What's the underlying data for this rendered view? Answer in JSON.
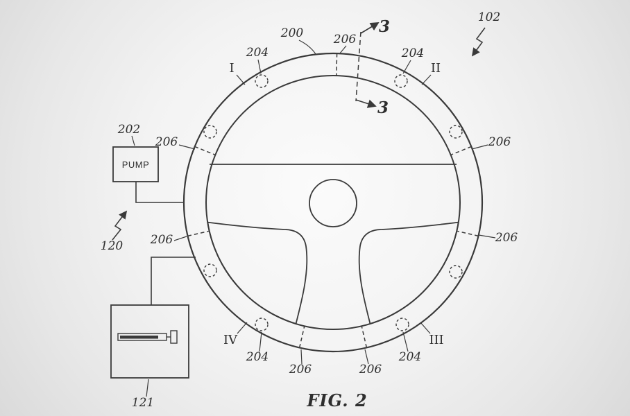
{
  "figure": {
    "caption": "FIG. 2",
    "pump_label": "PUMP",
    "ink_color": "#3a3a3a",
    "background_color": "#f0f0f0",
    "refs": {
      "r102": "102",
      "r200": "200",
      "r202": "202",
      "r120": "120",
      "r121": "121",
      "section_top": "3",
      "section_bottom": "3",
      "q1": "I",
      "q2": "II",
      "q3": "III",
      "q4": "IV",
      "r204_tl": "204",
      "r204_tr": "204",
      "r204_bl": "204",
      "r204_br": "204",
      "r206_top": "206",
      "r206_ul": "206",
      "r206_ur": "206",
      "r206_ml": "206",
      "r206_mr": "206",
      "r206_bl": "206",
      "r206_br": "206"
    }
  }
}
